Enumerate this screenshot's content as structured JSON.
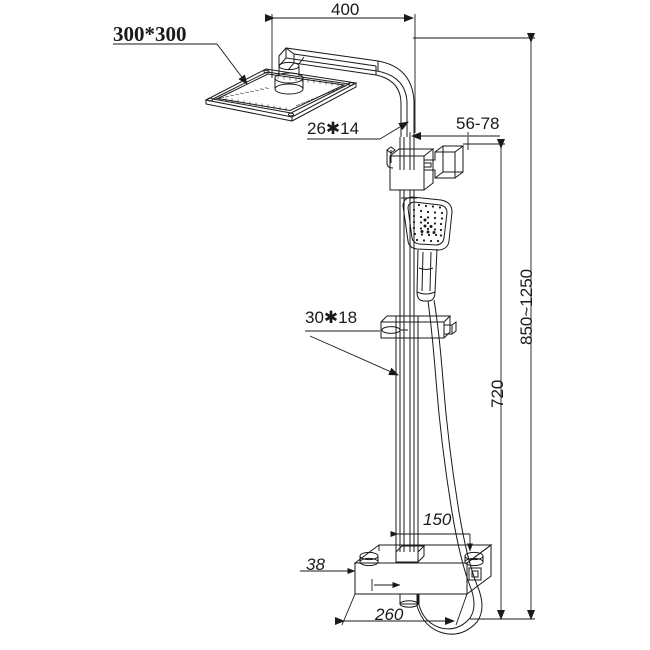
{
  "drawing": {
    "title": "Shower Column Technical Drawing",
    "subject": "thermostatic-rain-shower-set",
    "units": "mm",
    "line_color": "#1a1a1a",
    "background_color": "#ffffff"
  },
  "annotations": {
    "head_size": "300*300",
    "arm_length": "400",
    "arm_section": "26✱14",
    "wall_bracket_projection": "56-78",
    "riser_section": "30✱18",
    "overall_height_range": "850~1250",
    "riser_height": "720",
    "outlet_height": "150",
    "valve_depth": "38",
    "valve_width": "260"
  },
  "parts": {
    "rain_head": "square-rain-shower-head",
    "shower_arm": "curved-shower-arm",
    "riser_rail": "vertical-riser-rail",
    "slider_bracket": "adjustable-hand-shower-bracket",
    "hand_shower": "square-hand-shower",
    "hose": "flexible-shower-hose",
    "mixer_valve": "thermostatic-mixer-valve-body",
    "diverter_knob": "diverter-knob"
  }
}
